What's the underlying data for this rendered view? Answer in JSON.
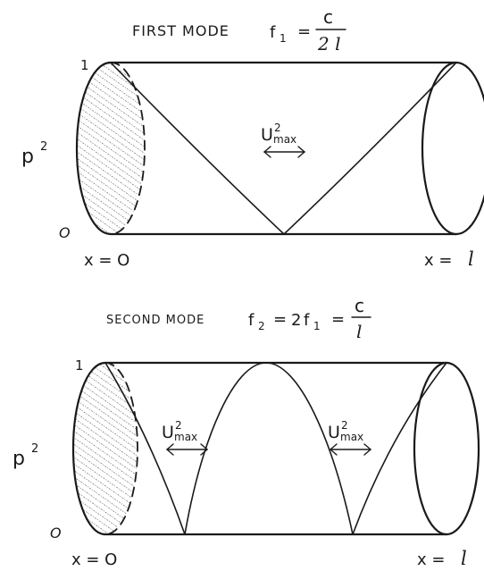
{
  "mode1": {
    "title": "FIRST MODE",
    "freq_lhs": "f",
    "freq_sub": "1",
    "eq": "=",
    "num": "c",
    "den": "2 l",
    "ylabel": "p",
    "ylabel_exp": "2",
    "y_top": "1",
    "y_bottom": "O",
    "x_left": "x = O",
    "x_right_pre": "x =",
    "x_right_var": "l",
    "u_label": "U",
    "u_exp": "2",
    "u_sub": "max"
  },
  "mode2": {
    "title": "SECOND MODE",
    "freq_lhs": "f",
    "freq_sub": "2",
    "eq1": "=",
    "coef": "2",
    "freq_rhs": "f",
    "freq_rhs_sub": "1",
    "eq2": "=",
    "num": "c",
    "den": "l",
    "ylabel": "p",
    "ylabel_exp": "2",
    "y_top": "1",
    "y_bottom": "O",
    "x_left": "x = O",
    "x_right_pre": "x =",
    "x_right_var": "l",
    "u_left_label": "U",
    "u_left_exp": "2",
    "u_left_sub": "max",
    "u_right_label": "U",
    "u_right_exp": "2",
    "u_right_sub": "max"
  }
}
